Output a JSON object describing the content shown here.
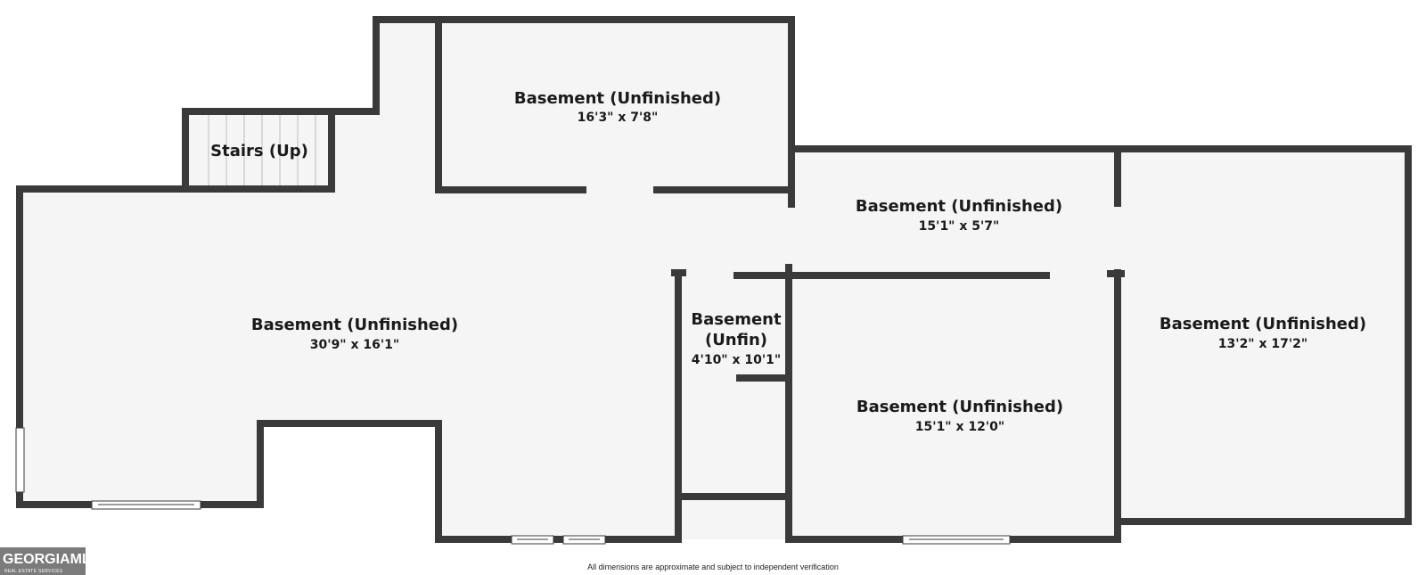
{
  "rooms": [
    {
      "name": "Basement (Unfinished)",
      "dims": "16'3\" x 7'8\""
    },
    {
      "name": "Stairs (Up)",
      "dims": ""
    },
    {
      "name": "Basement (Unfinished)",
      "dims": "15'1\" x 5'7\""
    },
    {
      "name": "Basement (Unfinished)",
      "dims": "30'9\" x 16'1\""
    },
    {
      "name_line1": "Basement",
      "name_line2": "(Unfin)",
      "dims": "4'10\" x 10'1\""
    },
    {
      "name": "Basement (Unfinished)",
      "dims": "13'2\" x 17'2\""
    },
    {
      "name": "Basement (Unfinished)",
      "dims": "15'1\" x 12'0\""
    }
  ],
  "logo": {
    "brand": "GEORGIAMLS",
    "tagline": "REAL ESTATE SERVICES"
  },
  "disclaimer": "All dimensions are approximate and subject to independent verification",
  "colors": {
    "wall": "#3a3a3a",
    "floor": "#f5f5f5",
    "background": "#ffffff"
  }
}
